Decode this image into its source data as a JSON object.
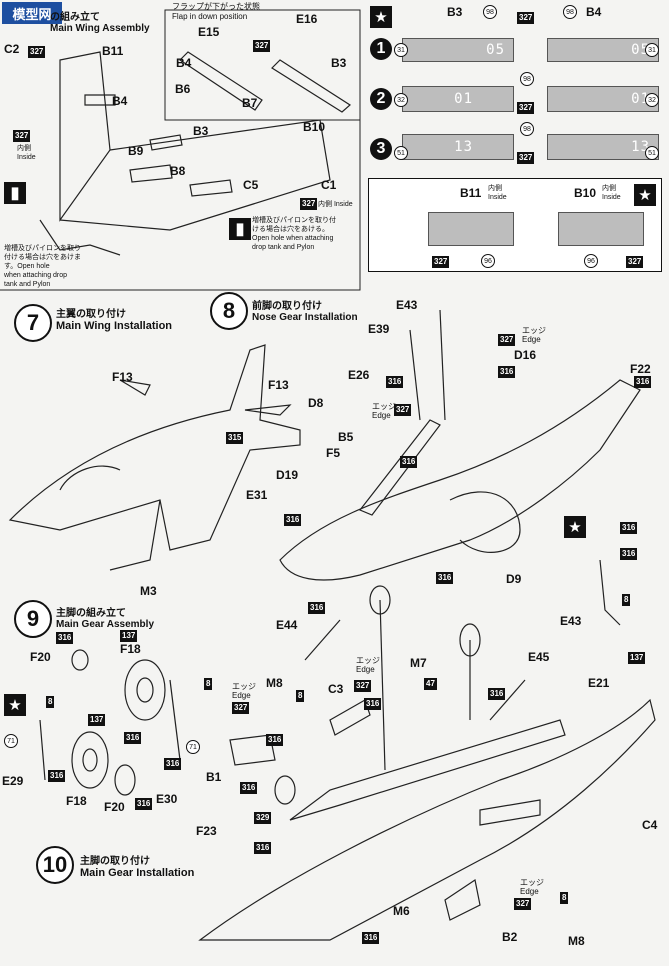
{
  "sheet": {
    "watermark": "模型网"
  },
  "step6": {
    "title_jp": "の組み立て",
    "title_en": "Main Wing Assembly",
    "flap_note_jp": "フラップが下がった状態",
    "flap_note_en": "Flap in down position",
    "hole_note_left": [
      "増槽及びパイロンを取り",
      "付ける場合は穴をあけま",
      "す。Open hole",
      "when attaching drop",
      "tank and Pylon"
    ],
    "hole_note_right": [
      "増槽及びパイロンを取り付",
      "ける場合は穴をあける。",
      "Open hole when attaching",
      "drop tank and Pylon"
    ],
    "inside_jp": "内側",
    "inside_en": "Inside",
    "labels": [
      "C2",
      "B11",
      "B4",
      "B9",
      "B8",
      "B3",
      "B10",
      "C5",
      "C1",
      "E15",
      "E16",
      "B4",
      "B3",
      "B6",
      "B7"
    ],
    "codes": [
      "327",
      "327",
      "327",
      "327"
    ]
  },
  "flap_chart": {
    "rows": [
      {
        "key": "1",
        "left_num": "05",
        "right_num": "05",
        "circle": "31"
      },
      {
        "key": "2",
        "left_num": "01",
        "right_num": "01",
        "circle": "32"
      },
      {
        "key": "3",
        "left_num": "13",
        "right_num": "13",
        "circle": "51"
      }
    ],
    "col_left": "B3",
    "col_right": "B4",
    "code": "327",
    "code98": "98"
  },
  "inner_panel": {
    "b11_label": "B11",
    "b10_label": "B10",
    "inside_jp": "内側",
    "inside_en": "Inside",
    "code_left": "327",
    "code_right": "327",
    "circle": "96"
  },
  "step7": {
    "num": "7",
    "title_jp": "主翼の取り付け",
    "title_en": "Main Wing Installation",
    "labels": [
      "F13",
      "F13",
      "M3"
    ],
    "code": "315"
  },
  "step8": {
    "num": "8",
    "title_jp": "前脚の取り付け",
    "title_en": "Nose Gear Installation",
    "labels": [
      "E43",
      "E39",
      "D16",
      "E26",
      "D8",
      "B5",
      "F5",
      "D19",
      "E31",
      "F22",
      "D9",
      "E43"
    ],
    "edge_jp": "エッジ",
    "edge_en": "Edge",
    "codes": [
      "327",
      "316",
      "316",
      "316",
      "316",
      "327",
      "316",
      "316",
      "316",
      "316",
      "8",
      "137"
    ]
  },
  "step9": {
    "num": "9",
    "title_jp": "主脚の組み立て",
    "title_en": "Main Gear Assembly",
    "labels": [
      "F20",
      "F18",
      "E29",
      "F18",
      "F20",
      "E30"
    ],
    "codes": [
      "316",
      "137",
      "8",
      "316",
      "8",
      "137",
      "316",
      "316",
      "316"
    ],
    "circle": "71"
  },
  "step10": {
    "num": "10",
    "title_jp": "主脚の取り付け",
    "title_en": "Main Gear Installation",
    "labels": [
      "E44",
      "M8",
      "C3",
      "M7",
      "E45",
      "E21",
      "B1",
      "F23",
      "C4",
      "M6",
      "B2",
      "M8"
    ],
    "edge_jp": "エッジ",
    "edge_en": "Edge",
    "codes": [
      "316",
      "8",
      "327",
      "316",
      "47",
      "316",
      "327",
      "316",
      "316",
      "329",
      "316",
      "8",
      "327",
      "316"
    ]
  }
}
